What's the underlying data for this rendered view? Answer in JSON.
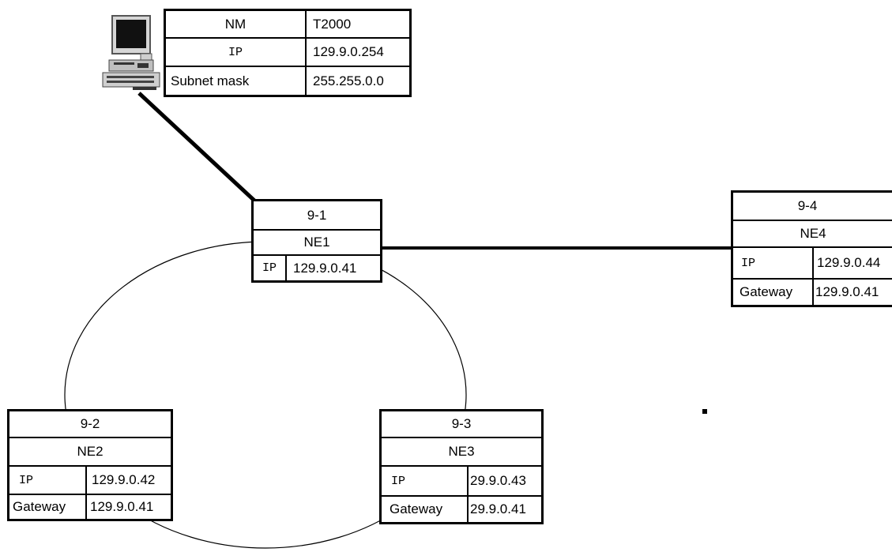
{
  "nm": {
    "rows": [
      {
        "label": "NM",
        "value": "T2000"
      },
      {
        "label": "IP",
        "value": "129.9.0.254"
      },
      {
        "label": "Subnet mask",
        "value": "255.255.0.0"
      }
    ]
  },
  "ne1": {
    "id": "9-1",
    "name": "NE1",
    "ip_label": "IP",
    "ip": "129.9.0.41"
  },
  "ne2": {
    "id": "9-2",
    "name": "NE2",
    "ip_label": "IP",
    "ip": "129.9.0.42",
    "gw_label": "Gateway",
    "gw": "129.9.0.41"
  },
  "ne3": {
    "id": "9-3",
    "name": "NE3",
    "ip_label": "IP",
    "ip": "29.9.0.43",
    "gw_label": "Gateway",
    "gw": "29.9.0.41"
  },
  "ne4": {
    "id": "9-4",
    "name": "NE4",
    "ip_label": "IP",
    "ip": "129.9.0.44",
    "gw_label": "Gateway",
    "gw": "129.9.0.41"
  }
}
